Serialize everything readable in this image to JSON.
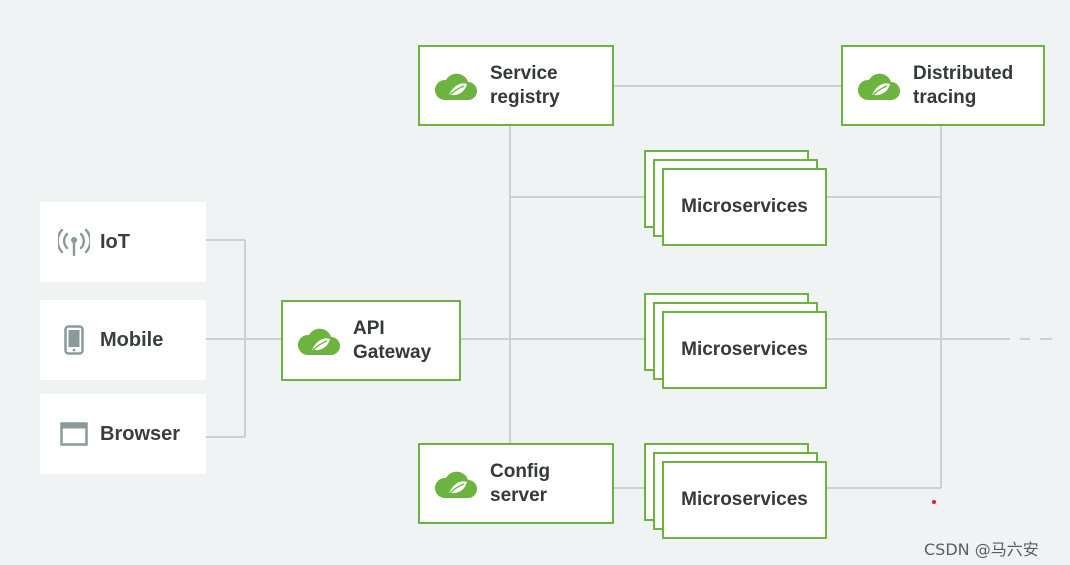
{
  "clients": [
    {
      "label": "IoT",
      "icon": "antenna-icon"
    },
    {
      "label": "Mobile",
      "icon": "mobile-phone-icon"
    },
    {
      "label": "Browser",
      "icon": "browser-window-icon"
    }
  ],
  "components": {
    "api_gateway": "API\nGateway",
    "service_registry": "Service\nregistry",
    "config_server": "Config\nserver",
    "distributed_tracing": "Distributed\ntracing"
  },
  "microservices": [
    "Microservices",
    "Microservices",
    "Microservices"
  ],
  "watermark": "CSDN @马六安",
  "colors": {
    "spring_green": "#6db33f",
    "line_gray": "#c9d1d1",
    "background": "#eff3f3"
  }
}
